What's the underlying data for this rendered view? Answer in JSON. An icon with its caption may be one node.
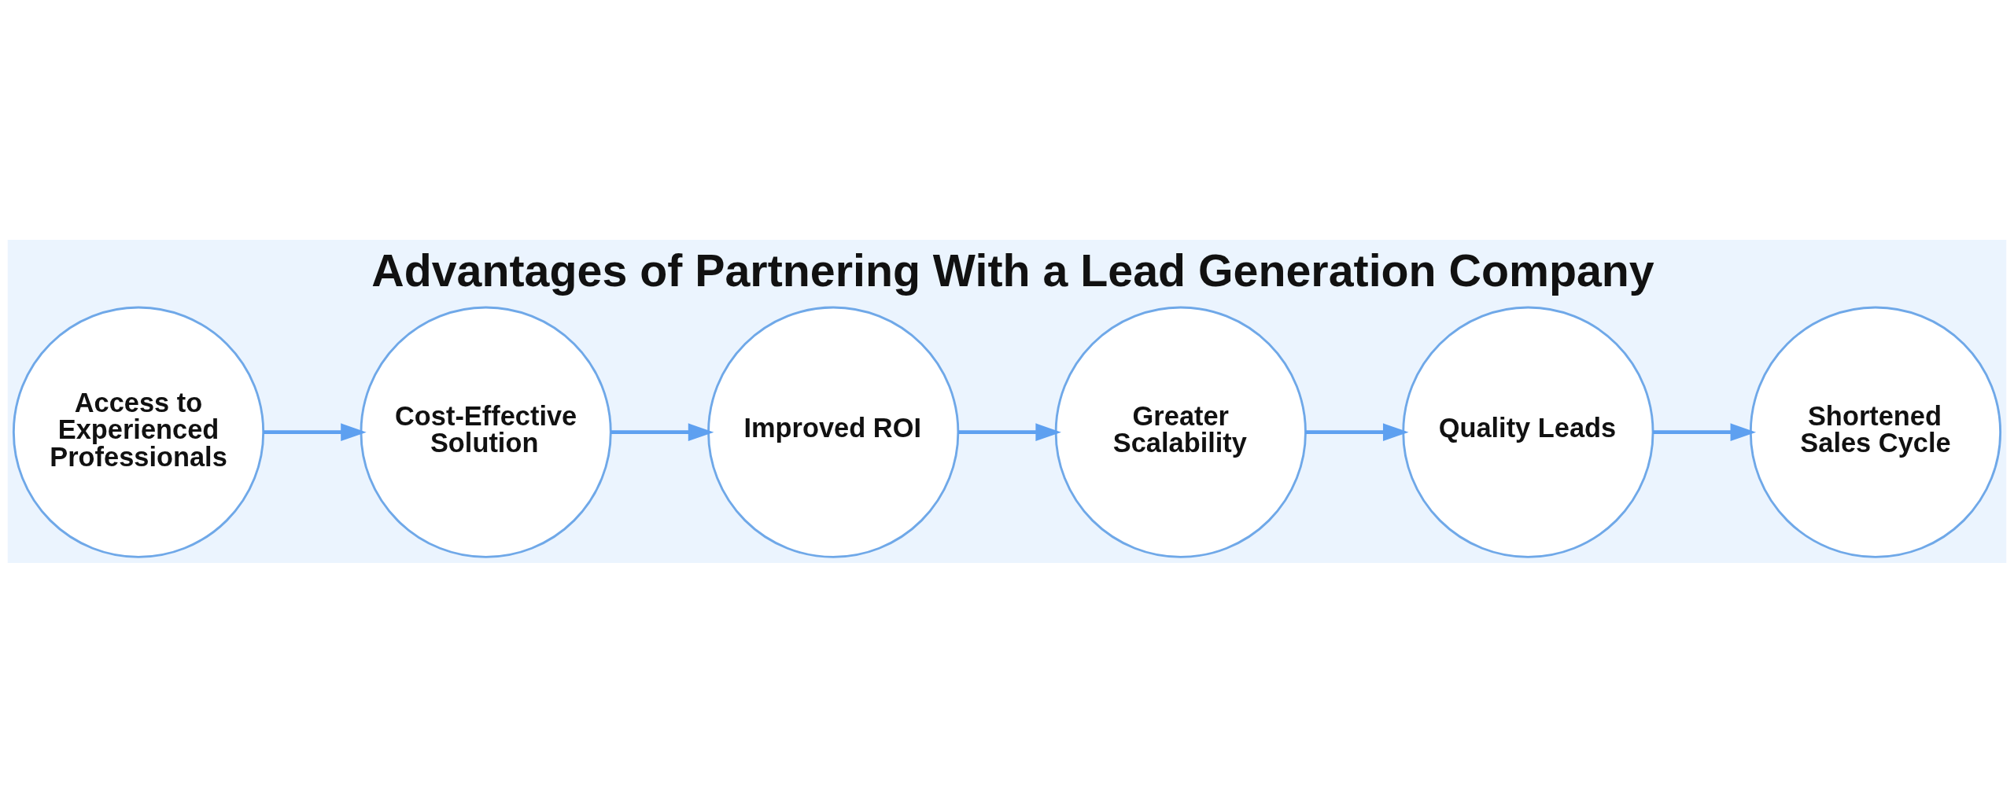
{
  "diagram": {
    "title": "Advantages of Partnering With a Lead Generation Company",
    "nodes": [
      {
        "text": [
          "Access to Experienced Professionals"
        ]
      },
      {
        "text": [
          "Cost-Effective Solution"
        ]
      },
      {
        "text": [
          "Improved ROI"
        ]
      },
      {
        "text": [
          "Greater Scalability"
        ]
      },
      {
        "text": [
          "Quality Leads"
        ]
      },
      {
        "text": [
          "Shortened Sales Cycle"
        ]
      }
    ],
    "edges": [
      {
        "from": 0,
        "to": 1,
        "arrow": "to"
      },
      {
        "from": 1,
        "to": 2,
        "arrow": "to"
      },
      {
        "from": 2,
        "to": 3,
        "arrow": "to"
      },
      {
        "from": 3,
        "to": 4,
        "arrow": "to"
      },
      {
        "from": 4,
        "to": 5,
        "arrow": "to"
      }
    ]
  }
}
